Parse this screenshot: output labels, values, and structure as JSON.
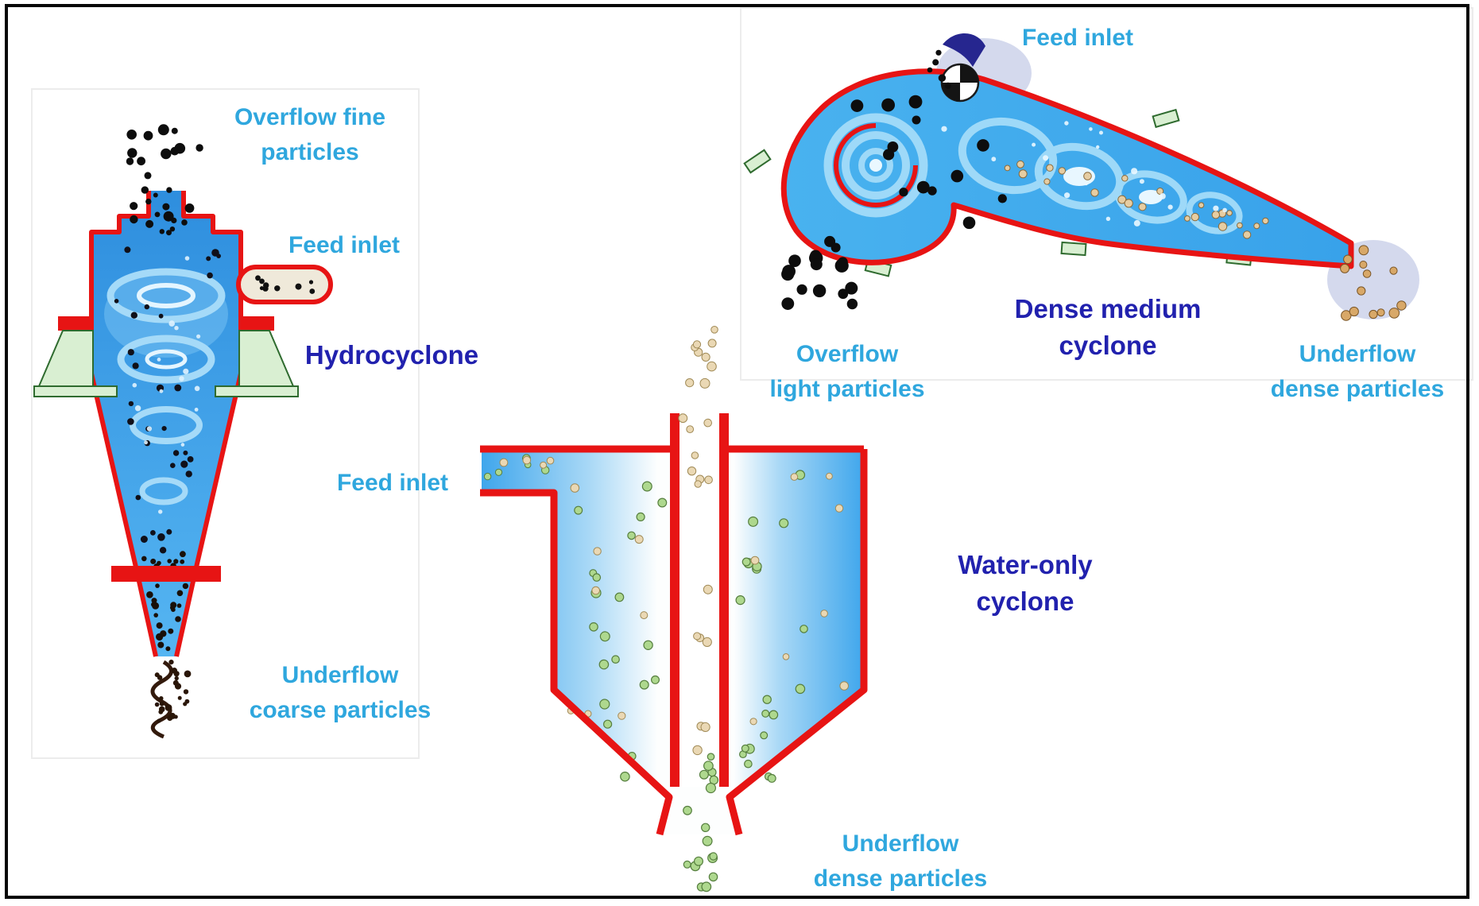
{
  "figure": {
    "hydrocyclone": {
      "title": "Hydrocyclone",
      "overflow_line1": "Overflow fine",
      "overflow_line2": "particles",
      "feed": "Feed inlet",
      "underflow_line1": "Underflow",
      "underflow_line2": "coarse particles"
    },
    "dense_medium_cyclone": {
      "title_line1": "Dense medium",
      "title_line2": "cyclone",
      "feed": "Feed inlet",
      "overflow_line1": "Overflow",
      "overflow_line2": "light particles",
      "underflow_line1": "Underflow",
      "underflow_line2": "dense particles"
    },
    "water_only_cyclone": {
      "title_line1": "Water-only",
      "title_line2": "cyclone",
      "feed": "Feed inlet",
      "underflow_line1": "Underflow",
      "underflow_line2": "dense particles"
    },
    "colors": {
      "label_cyan": "#2fa7de",
      "title_blue": "#2121ae",
      "outline_red": "#e71414",
      "body_blue": "#3fa9ec",
      "particle_green": "#aed88e",
      "particle_tan": "#ead8b4",
      "support_green": "#d9efd2"
    }
  }
}
